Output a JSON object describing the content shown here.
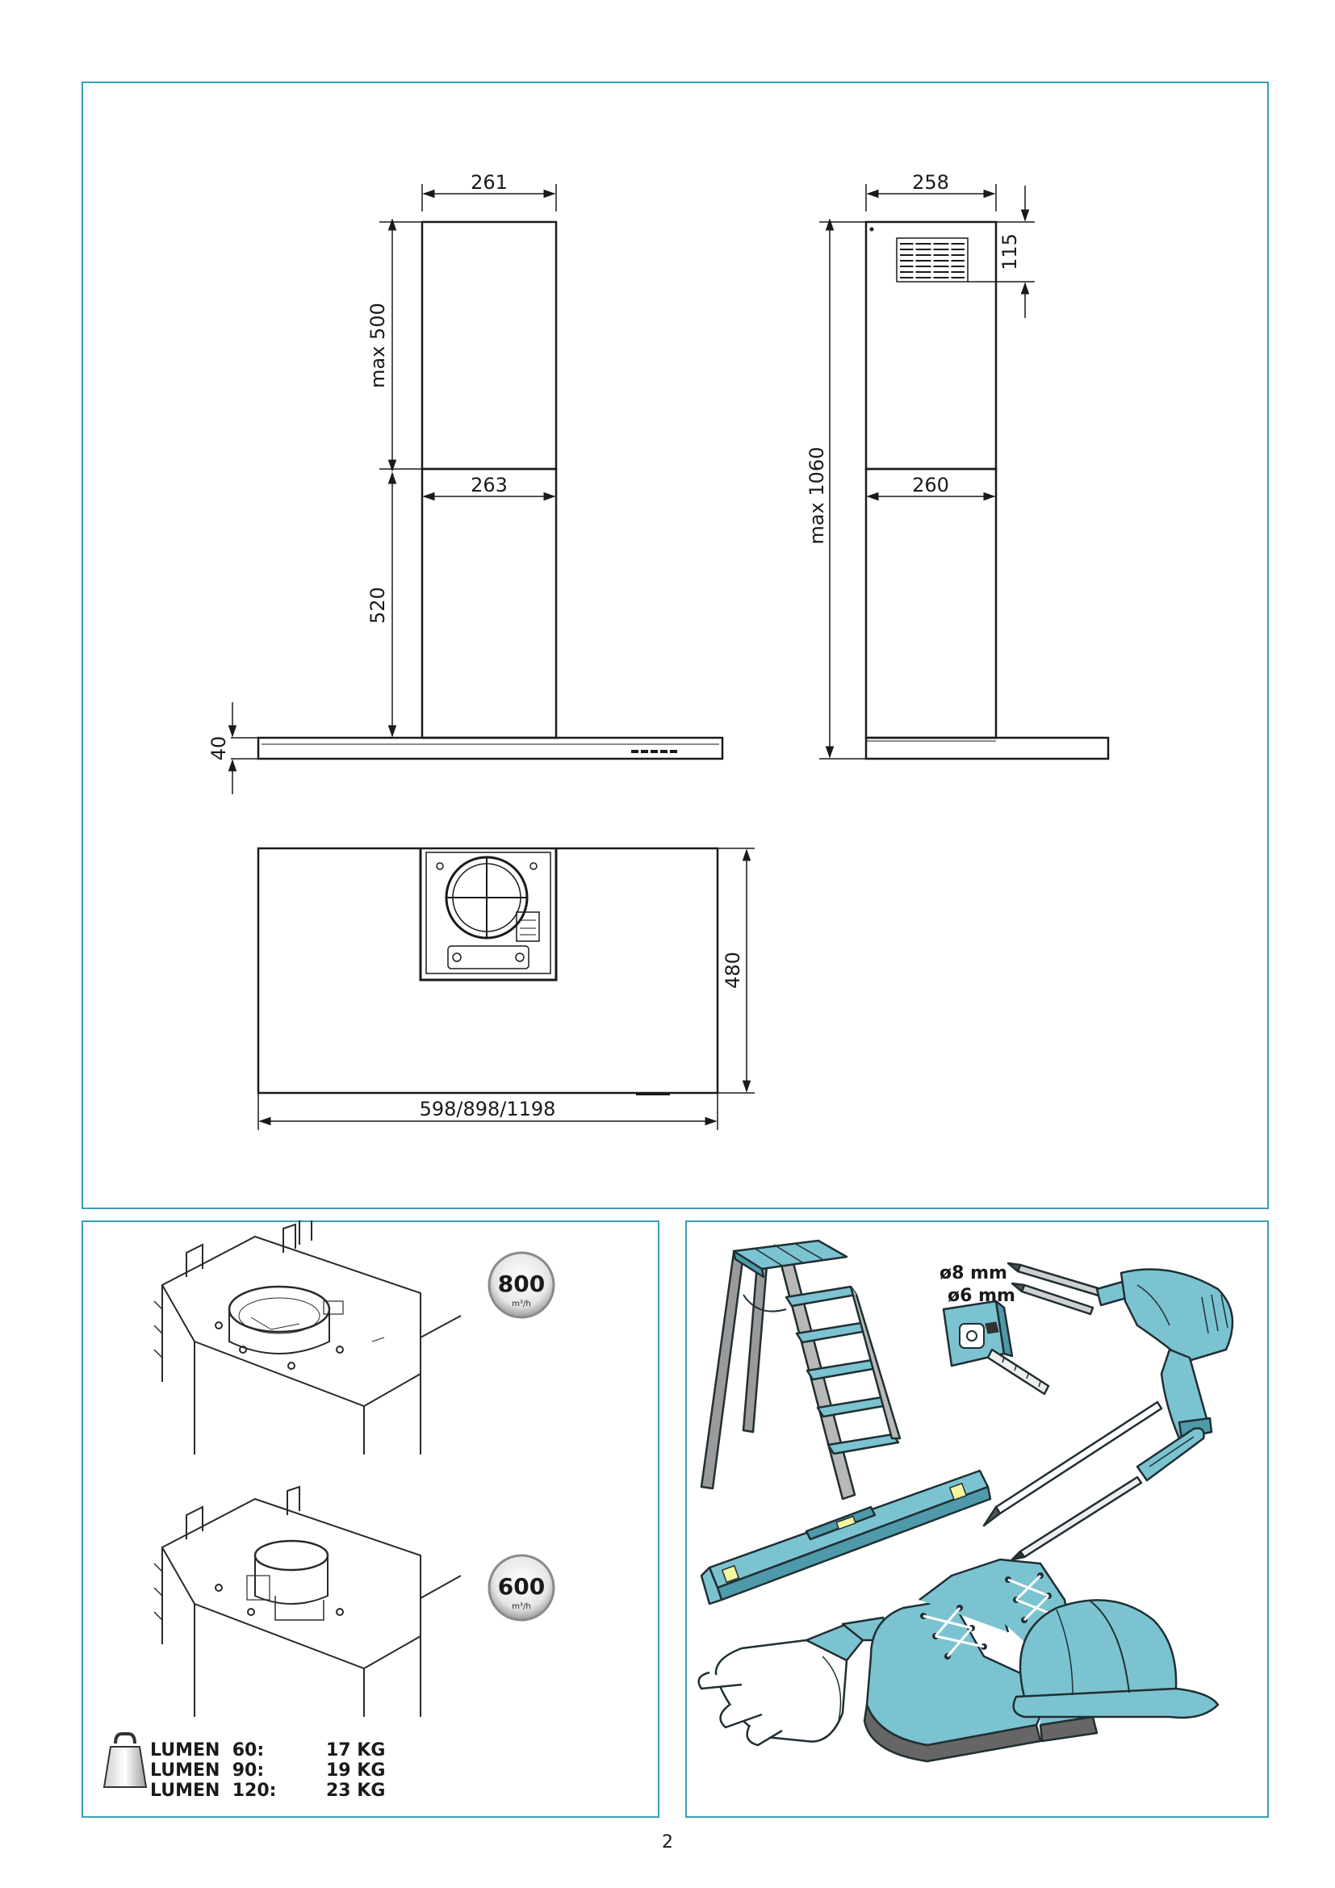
{
  "dimensions": {
    "front_top_width": "261",
    "front_upper_height": "max 500",
    "front_bottom_width": "263",
    "front_lower_height": "520",
    "hood_thickness": "40",
    "side_top_width": "258",
    "side_vent_height": "115",
    "side_total_height": "max 1060",
    "side_bottom_width": "260",
    "plan_depth": "480",
    "plan_width": "598/898/1198"
  },
  "airflow": {
    "high": {
      "value": "800",
      "unit": "m³/h"
    },
    "low": {
      "value": "600",
      "unit": "m³/h"
    }
  },
  "weights": [
    {
      "model": "LUMEN  60:",
      "weight": "17 KG"
    },
    {
      "model": "LUMEN  90:",
      "weight": "19 KG"
    },
    {
      "model": "LUMEN  120:",
      "weight": "23 KG"
    }
  ],
  "drill_sizes": [
    "ø8 mm",
    "ø6 mm"
  ],
  "page_number": "2",
  "colors": {
    "frame": "#3a9fb5",
    "tool_fill": "#7cc3d1",
    "line": "#1a1a1a"
  },
  "icons": [
    "weight-icon",
    "ladder-icon",
    "drill-bit-icon",
    "drill-icon",
    "tape-measure-icon",
    "spirit-level-icon",
    "pencil-icon",
    "screwdriver-icon",
    "gloves-icon",
    "safety-boots-icon",
    "hard-hat-icon"
  ]
}
